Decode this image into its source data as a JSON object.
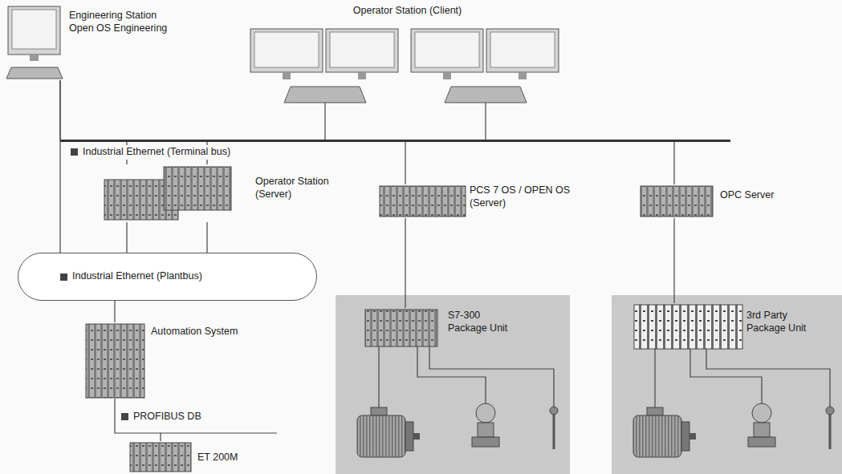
{
  "diagram": {
    "nodes": [
      {
        "text": [
          "Engineering Station Open OS Engineering"
        ]
      },
      {
        "text": [
          "Operator Station (Client)"
        ]
      },
      {
        "text": [
          "Industrial Ethernet (Terminal bus)"
        ]
      },
      {
        "text": [
          "Operator Station (Server)"
        ]
      },
      {
        "text": [
          "PCS 7 OS / OPEN OS (Server)"
        ]
      },
      {
        "text": [
          "OPC Server"
        ]
      },
      {
        "text": [
          "Industrial Ethernet (Plantbus)"
        ]
      },
      {
        "text": [
          "Automation System"
        ]
      },
      {
        "text": [
          "ET 200M"
        ]
      },
      {
        "text": [
          "S7-300 Package Unit"
        ]
      },
      {
        "text": [
          "3rd Party Package Unit"
        ]
      }
    ],
    "edges": [
      {
        "from": 0,
        "to": 2,
        "arrow": "none"
      },
      {
        "from": 0,
        "to": 6,
        "arrow": "none"
      },
      {
        "from": 1,
        "to": 2,
        "arrow": "none"
      },
      {
        "from": 3,
        "to": 2,
        "arrow": "none"
      },
      {
        "from": 3,
        "to": 6,
        "arrow": "none"
      },
      {
        "from": 4,
        "to": 2,
        "arrow": "none"
      },
      {
        "from": 5,
        "to": 2,
        "arrow": "none"
      },
      {
        "from": 6,
        "to": 7,
        "arrow": "none"
      },
      {
        "from": 7,
        "to": 8,
        "arrow": "none"
      },
      {
        "from": 4,
        "to": 9,
        "arrow": "none"
      },
      {
        "from": 5,
        "to": 10,
        "arrow": "none"
      }
    ],
    "labels": [
      "PROFIBUS DB"
    ]
  }
}
